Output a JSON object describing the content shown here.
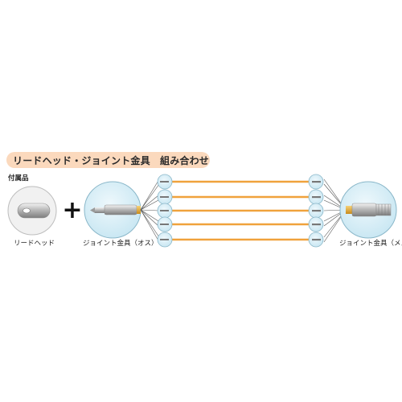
{
  "title": "リードヘッド・ジョイント金具　組み合わせ",
  "accessory_label": "付属品",
  "lead_head_label": "リードヘッド",
  "plus_symbol": "+",
  "joint_male_label": "ジョイント金具（オス）",
  "joint_female_label": "ジョイント金具（メス）",
  "colors": {
    "banner": "#fbd9bd",
    "circle_fill": "#d6eef7",
    "circle_stroke": "#8ab7c9",
    "rod": "#f0a23c",
    "connector_line": "#555555"
  },
  "rod_count": 5
}
